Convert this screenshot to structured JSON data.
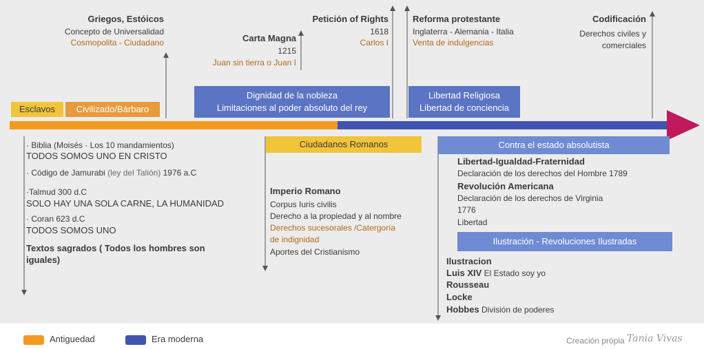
{
  "colors": {
    "antiguedad": "#f29a20",
    "era_moderna": "#3f54b0",
    "arrow_head": "#c01a5c",
    "highlight_text": "#b36a1a"
  },
  "top": {
    "griegos": {
      "title": "Griegos, Estóicos",
      "line1": "Concepto de Universalidad",
      "line2": "Cosmopolita - Ciudadano"
    },
    "carta": {
      "title": "Carta Magna",
      "line1": "1215",
      "line2": "Juan sin tierra o Juan I"
    },
    "peticion": {
      "title": "Petición of Rights",
      "line1": "1618",
      "line2": "Carlos I"
    },
    "reforma": {
      "title": "Reforma protestante",
      "line1": "Inglaterra - Alemania - Italia",
      "line2": "Venta de indulgencias"
    },
    "codificacion": {
      "title": "Codificación",
      "line1": "Derechos civiles y",
      "line2": "comerciales"
    }
  },
  "boxes": {
    "esclavos": "Esclavos",
    "civilizado": "Civilizado/Bárbaro",
    "dignidad_1": "Dignidad de la nobleza",
    "dignidad_2": "Limitaciones al poder absoluto del rey",
    "religiosa_1": "Libertad Religiosa",
    "religiosa_2": "Libertad de conciencia",
    "ciudadanos": "Ciudadanos Romanos",
    "contra": "Contra el estado absolutista",
    "ilustracion": "Ilustración - Revoluciones Ilustradas"
  },
  "left": {
    "biblia": "· Biblia (Moisés · Los 10 mandamientos)",
    "todos_cristo": "TODOS SOMOS UNO EN CRISTO",
    "codigo_a": "· Código de Jamurabi",
    "codigo_b": "(ley del Talión)",
    "codigo_c": "1976 a.C",
    "talmud": "·Talmud 300 d.C",
    "carne": "SOLO HAY UNA SOLA CARNE, LA HUMANIDAD",
    "coran": "· Coran 623 d.C",
    "todos_uno": "TODOS SOMOS UNO",
    "sagrados_1": "Textos sagrados ( Todos los hombres son",
    "sagrados_2": "iguales)"
  },
  "middle": {
    "imperio": "Imperio Romano",
    "corpus": "Corpus Iuris civilis",
    "derecho": "Derecho a la propiedad y al nombre",
    "sucesorales": "Derechos sucesorales /Catergoría",
    "indignidad": "de indignidad",
    "cristianismo": "Aportes del Cristianismo"
  },
  "right": {
    "lib_title": "Libertad-Igualdad-Fraternidad",
    "decl_hombre": "Declaración de los derechos del Hombre 1789",
    "rev_americana": "Revolución Americana",
    "decl_virginia": "Declaración de los derechos de Virginia",
    "year_1776": "1776",
    "libertad": "Libertad",
    "ilustracion_b": "Ilustracion",
    "luis_b": "Luis XIV",
    "luis_t": "El Estado soy yo",
    "rousseau": "Rousseau",
    "locke": "Locke",
    "hobbes_b": "Hobbes",
    "hobbes_t": "División de poderes"
  },
  "legend": {
    "antiguedad": "Antiguedad",
    "era_moderna": "Era moderna"
  },
  "credit": {
    "text": "Creación própia",
    "signature": "Tania Vivas"
  }
}
